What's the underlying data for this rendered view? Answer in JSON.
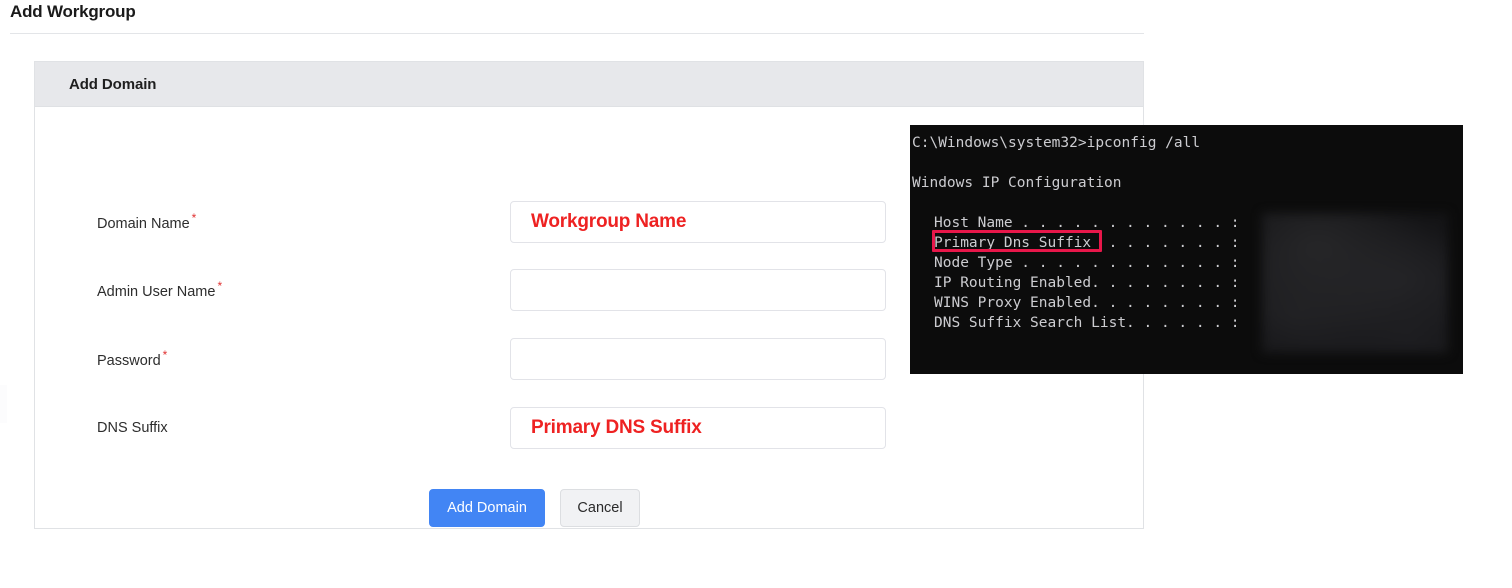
{
  "page": {
    "title": "Add Workgroup"
  },
  "card": {
    "header_title": "Add Domain"
  },
  "form": {
    "required_marker": "*",
    "fields": [
      {
        "label": "Domain Name",
        "required": true,
        "value": "",
        "placeholder": "",
        "annotation": "Workgroup Name"
      },
      {
        "label": "Admin User Name",
        "required": true,
        "value": "",
        "placeholder": "",
        "annotation": ""
      },
      {
        "label": "Password",
        "required": true,
        "value": "",
        "placeholder": "",
        "annotation": ""
      },
      {
        "label": "DNS Suffix",
        "required": false,
        "value": "",
        "placeholder": "",
        "annotation": "Primary DNS Suffix"
      }
    ]
  },
  "actions": {
    "submit_label": "Add Domain",
    "cancel_label": "Cancel"
  },
  "terminal": {
    "prompt_line": "C:\\Windows\\system32>ipconfig /all",
    "section_title": "Windows IP Configuration",
    "lines": [
      "Host Name . . . . . . . . . . . . : ",
      "Primary Dns Suffix  . . . . . . . : ",
      "Node Type . . . . . . . . . . . . : ",
      "IP Routing Enabled. . . . . . . . : ",
      "WINS Proxy Enabled. . . . . . . . : ",
      "DNS Suffix Search List. . . . . . : "
    ],
    "highlighted_line": "Primary Dns Suffix",
    "redaction_note": "values blurred"
  },
  "colors": {
    "accent_blue": "#4285f4",
    "annotation_red": "#ee2222",
    "highlight_box": "#e8174a",
    "required_star": "#e03131",
    "header_bg": "#e7e8eb",
    "terminal_bg": "#0c0c0c"
  }
}
